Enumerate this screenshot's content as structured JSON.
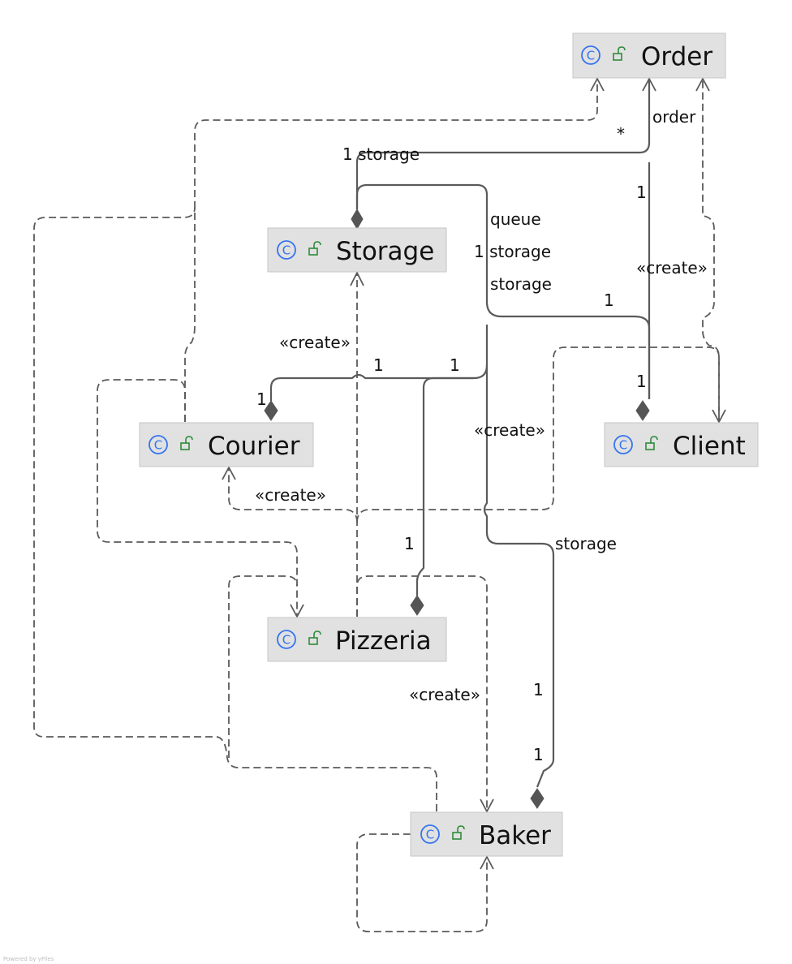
{
  "classes": [
    {
      "id": "order",
      "name": "Order",
      "kind_icon": "class-icon",
      "visibility_icon": "public-lock-icon"
    },
    {
      "id": "storage",
      "name": "Storage",
      "kind_icon": "class-icon",
      "visibility_icon": "public-lock-icon"
    },
    {
      "id": "courier",
      "name": "Courier",
      "kind_icon": "class-icon",
      "visibility_icon": "public-lock-icon"
    },
    {
      "id": "client",
      "name": "Client",
      "kind_icon": "class-icon",
      "visibility_icon": "public-lock-icon"
    },
    {
      "id": "pizzeria",
      "name": "Pizzeria",
      "kind_icon": "class-icon",
      "visibility_icon": "public-lock-icon"
    },
    {
      "id": "baker",
      "name": "Baker",
      "kind_icon": "class-icon",
      "visibility_icon": "public-lock-icon"
    }
  ],
  "labels": {
    "order_star": "*",
    "order_role": "order",
    "storage_1_storage": "1 storage",
    "order_client_mult": "1",
    "queue": "queue",
    "one_storage": "1 storage",
    "storage_role": "storage",
    "client_1a": "1",
    "client_1b": "1",
    "create_order_client": "«create»",
    "create_storage": "«create»",
    "courier_1a": "1",
    "courier_1b": "1",
    "courier_1c": "1",
    "create_client": "«create»",
    "create_courier": "«create»",
    "storage_baker_role": "storage",
    "pizzeria_1": "1",
    "create_baker": "«create»",
    "baker_1a": "1",
    "baker_1b": "1"
  },
  "footer": "Powered by yFiles",
  "colors": {
    "class_icon": "#3573f0",
    "visibility_icon": "#2e8b3a",
    "node_fill": "#e1e1e1",
    "edge": "#5a5a5a"
  }
}
